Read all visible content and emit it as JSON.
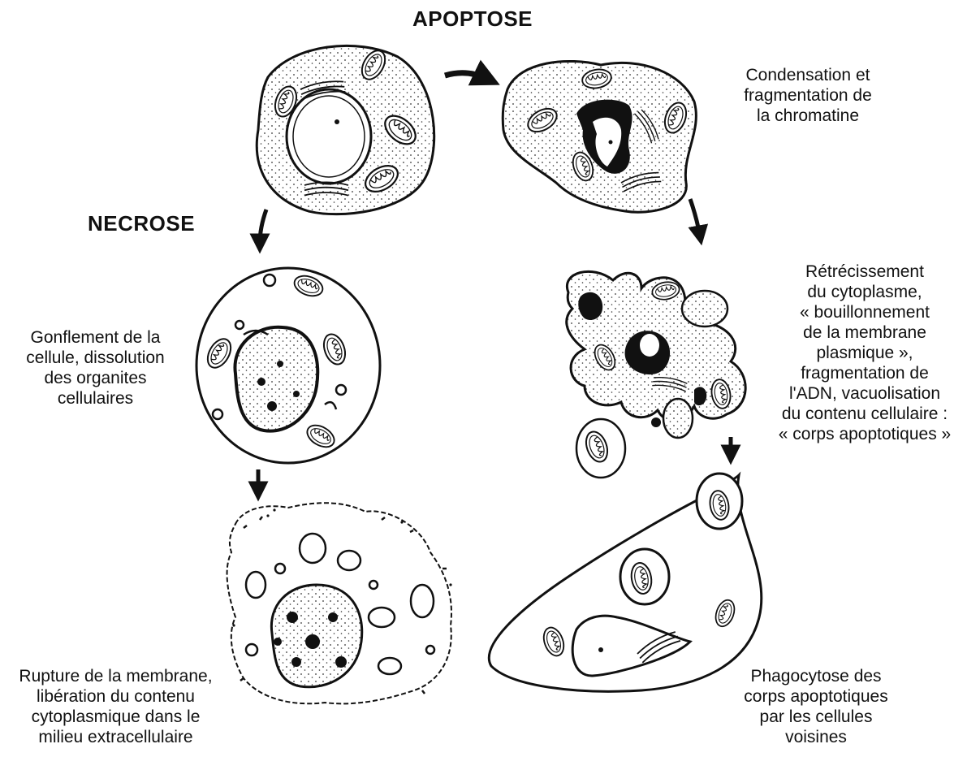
{
  "titles": {
    "apoptose": "APOPTOSE",
    "necrose": "NECROSE"
  },
  "captions": {
    "condensation": "Condensation et\nfragmentation de\nla chromatine",
    "retrecissement": "Rétrécissement\ndu cytoplasme,\n« bouillonnement\nde la membrane\nplasmique »,\nfragmentation de\nl'ADN, vacuolisation\ndu contenu cellulaire :\n« corps apoptotiques »",
    "phagocytose": "Phagocytose des\ncorps apoptotiques\npar les cellules\nvoisines",
    "gonflement": "Gonflement de la\ncellule, dissolution\ndes organites\ncellulaires",
    "rupture": "Rupture de la membrane,\nlibération du contenu\ncytoplasmique dans le\nmilieu extracellulaire"
  },
  "colors": {
    "ink": "#111111",
    "background": "#ffffff"
  }
}
